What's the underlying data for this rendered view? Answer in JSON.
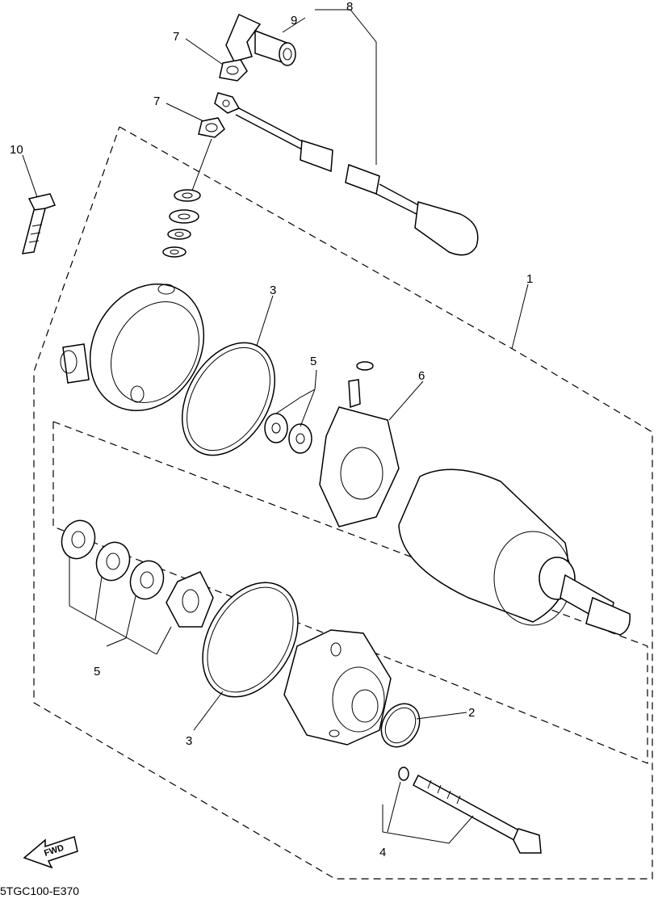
{
  "diagram": {
    "drawing_code": "5TGC100-E370",
    "direction_label": "FWD",
    "callouts": {
      "starter_motor_assy": "1",
      "o_ring_small": "2",
      "o_ring_upper": "3",
      "o_ring_lower": "3",
      "bolt_set": "4",
      "washer_set_upper": "5",
      "washer_set_lower": "5",
      "brush_holder": "6",
      "nut_upper": "7",
      "nut_lower": "7",
      "starter_lead": "8",
      "lead_cap": "9",
      "flange_bolt": "10"
    }
  }
}
